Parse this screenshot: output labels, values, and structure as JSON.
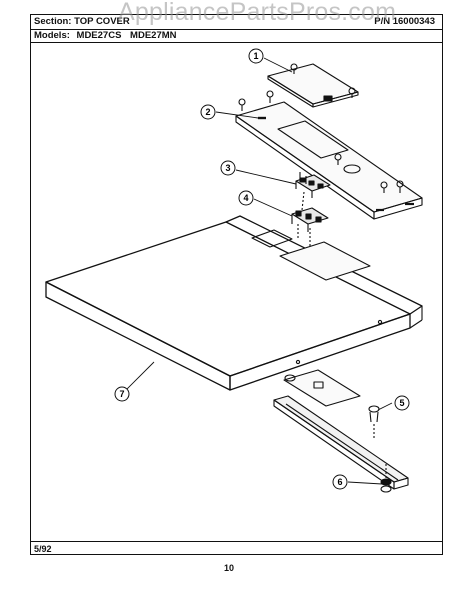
{
  "header": {
    "section_label": "Section:",
    "section_value": "TOP COVER",
    "part_number": "P/N 16000343",
    "models_label": "Models:",
    "models": [
      "MDE27CS",
      "MDE27MN"
    ],
    "watermark": "AppliancePartsPros.com"
  },
  "diagram": {
    "callouts": [
      "1",
      "2",
      "3",
      "4",
      "5",
      "6",
      "7"
    ]
  },
  "footer": {
    "date": "5/92",
    "page_number": "10"
  }
}
